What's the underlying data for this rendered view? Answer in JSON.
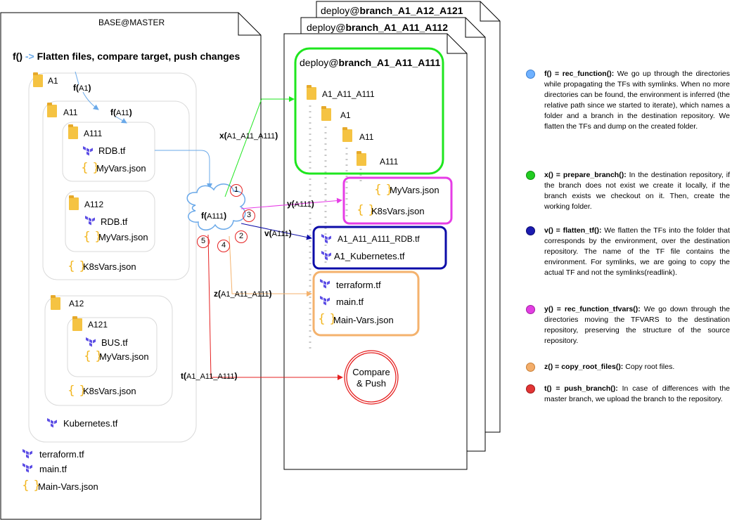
{
  "base": {
    "title": "BASE@MASTER",
    "heading_prefix": "f()",
    "heading_arrow": "->",
    "heading_text": "Flatten files, compare target, push changes",
    "a1": "A1",
    "a11": "A11",
    "a111": "A111",
    "a111_rdb": "RDB.tf",
    "a111_myvars": "MyVars.json",
    "a112": "A112",
    "a112_rdb": "RDB.tf",
    "a112_myvars": "MyVars.json",
    "a11_k8s": "K8sVars.json",
    "a12": "A12",
    "a121": "A121",
    "a121_bus": "BUS.tf",
    "a121_myvars": "MyVars.json",
    "a12_k8s": "K8sVars.json",
    "kubernetes": "Kubernetes.tf",
    "terraform": "terraform.tf",
    "main": "main.tf",
    "mainvars": "Main-Vars.json",
    "f_a1_name": "f(",
    "f_a1_arg": "A1",
    "f_a1_close": ")",
    "f_a11_name": "f(",
    "f_a11_arg": "A11",
    "f_a11_close": ")"
  },
  "deploy": {
    "back_title_prefix": "deploy@",
    "back_title_branch": "branch_A1_A12_A121",
    "mid_title_prefix": "deploy@",
    "mid_title_branch": "branch_A1_A11_A112",
    "inner_title_prefix": "deploy@",
    "inner_title_branch": "branch_A1_A11_A111",
    "a1_a11_a111": "A1_A11_A111",
    "a1": "A1",
    "a11": "A11",
    "a111": "A111",
    "myvars": "MyVars.json",
    "k8svars": "K8sVars.json",
    "rdb": "A1_A11_A111_RDB.tf",
    "kubernetes": "A1_Kubernetes.tf",
    "terraform": "terraform.tf",
    "main": "main.tf",
    "mainvars": "Main-Vars.json",
    "compare_line1": "Compare",
    "compare_line2": "& Push"
  },
  "flow": {
    "cloud_name": "f(",
    "cloud_arg": "A111",
    "cloud_close": ")",
    "x_name": "x(",
    "x_arg": "A1_A11_A111",
    "x_close": ")",
    "y_name": "y(",
    "y_arg": "A111",
    "y_close": ")",
    "v_name": "v(",
    "v_arg": "A111",
    "v_close": ")",
    "z_name": "z(",
    "z_arg": "A1_A11_A111",
    "z_close": ")",
    "t_name": "t(",
    "t_arg": "A1_A11_A111",
    "t_close": ")",
    "n1": "1",
    "n2": "2",
    "n3": "3",
    "n4": "4",
    "n5": "5"
  },
  "legend": [
    {
      "title": "f() = rec_function():",
      "text": "We go up through the directories while propagating the TFs with symlinks. When no more directories can be found, the environment is inferred (the relative path since we started to iterate), which names a folder and a branch in the destination repository. We flatten the TFs and dump on the created folder.",
      "color": "#6fb1ff"
    },
    {
      "title": "x() = prepare_branch():",
      "text": "In the destination repository, if the branch does not exist we create it locally, if the branch exists we checkout on it. Then, create the working folder.",
      "color": "#22cc22"
    },
    {
      "title": "v() = flatten_tf():",
      "text": "We flatten the TFs into the folder that corresponds by the environment, over the destination repository. The name of the TF file contains the environment. For symlinks, we are going to copy the actual TF and not the symlinks(readlink).",
      "color": "#1b1bb0"
    },
    {
      "title": "y() = rec_function_tfvars():",
      "text": "We go down through the directories moving the TFVARS to the destination repository, preserving the structure of the source repository.",
      "color": "#e23ee2"
    },
    {
      "title": "z() = copy_root_files():",
      "text": "Copy root files.",
      "color": "#f3ad6a"
    },
    {
      "title": "t() = push_branch():",
      "text": "In case of differences with the master branch, we upload the branch to the repository.",
      "color": "#e23535"
    }
  ],
  "colors": {
    "blue_arrow": "#6aa9e9",
    "green": "#1ee61e",
    "magenta": "#e63ce6",
    "navy": "#0c0ca8",
    "orange": "#f4b26d",
    "red": "#e52020"
  }
}
